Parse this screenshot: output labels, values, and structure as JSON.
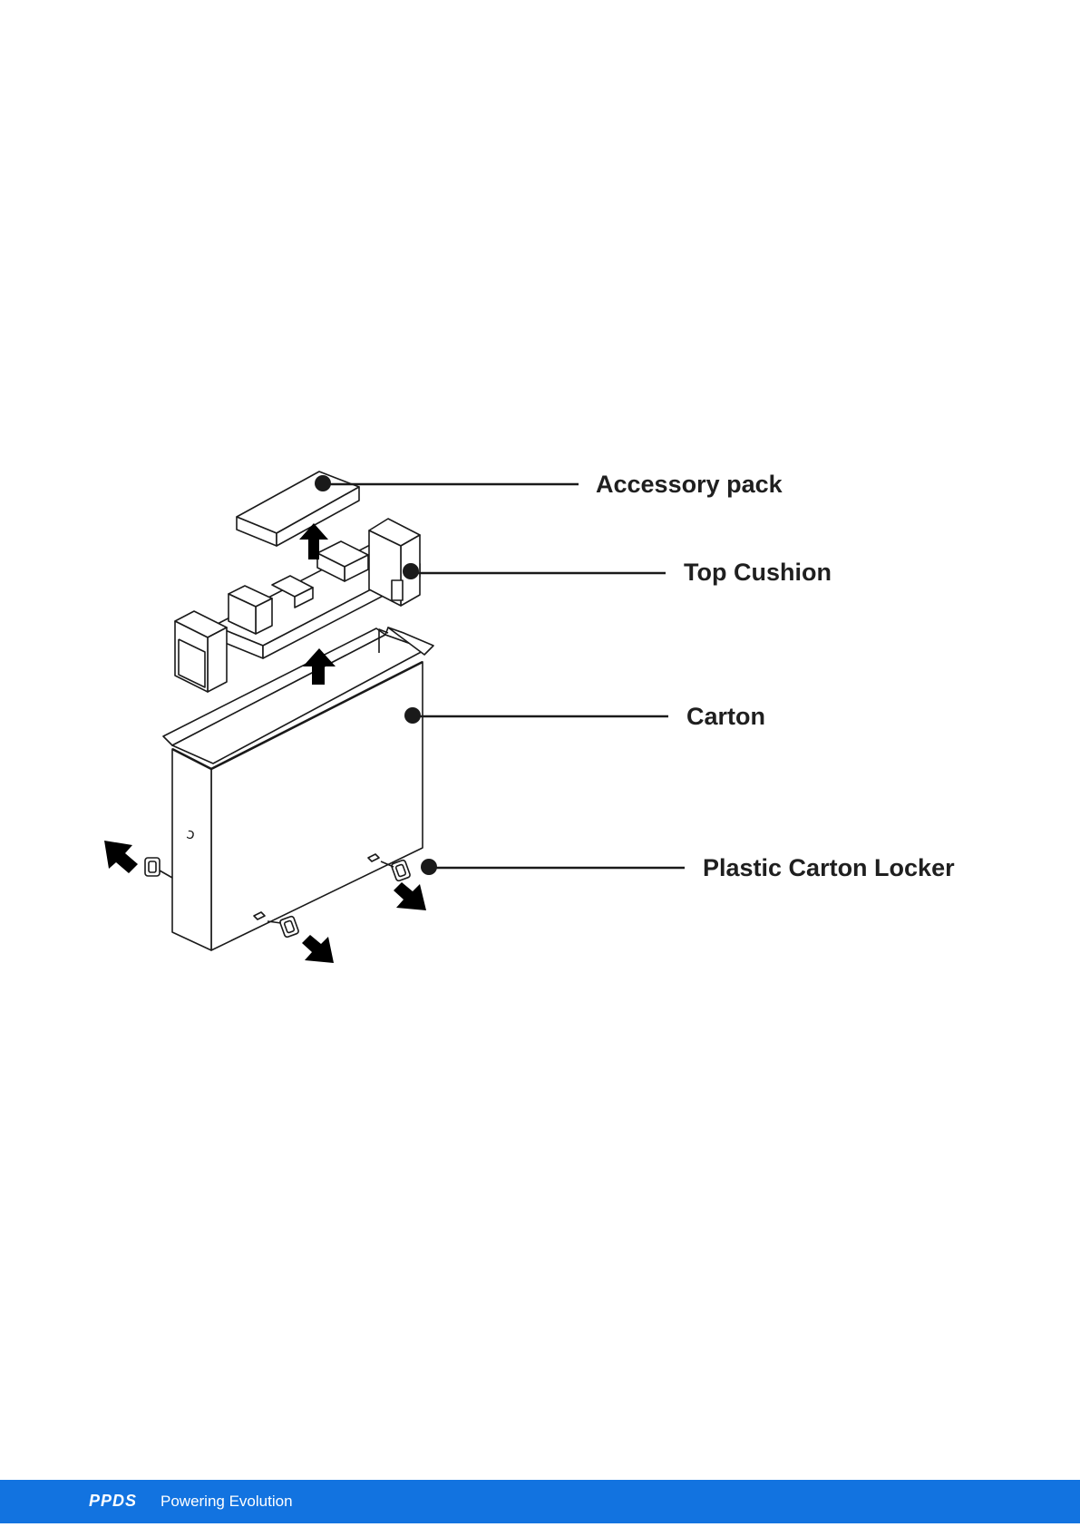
{
  "diagram": {
    "labels": [
      {
        "id": "accessory-pack",
        "text": "Accessory pack"
      },
      {
        "id": "top-cushion",
        "text": "Top Cushion"
      },
      {
        "id": "carton",
        "text": "Carton"
      },
      {
        "id": "plastic-carton-locker",
        "text": "Plastic Carton Locker"
      }
    ],
    "side_mark": "ↄ"
  },
  "footer": {
    "logo": "PPDS",
    "tagline": "Powering Evolution",
    "color": "#1273e0"
  }
}
